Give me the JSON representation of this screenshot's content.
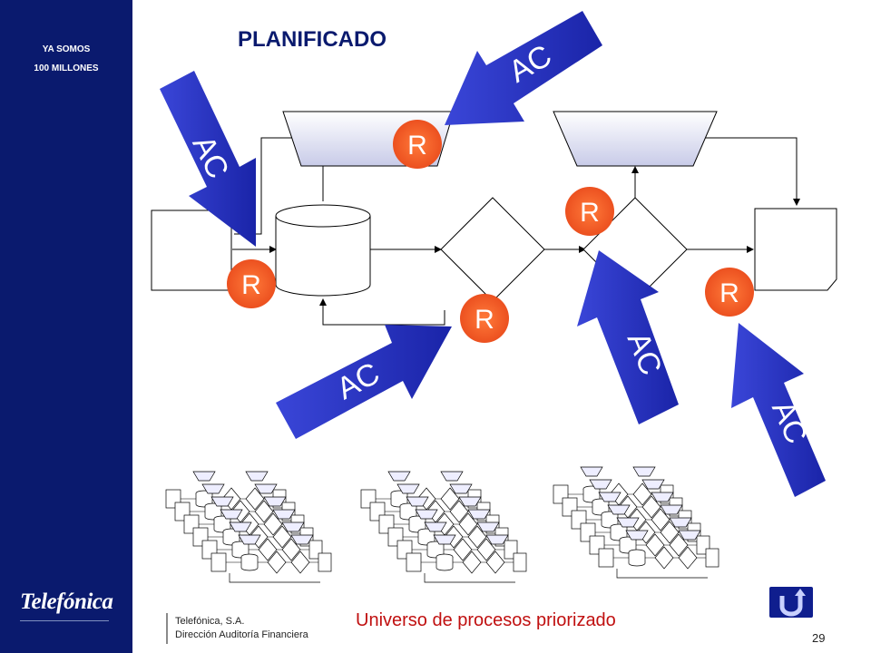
{
  "sidebar": {
    "slogan_line1": "YA SOMOS",
    "slogan_line2": "100 MILLONES",
    "brand": "Telefónica"
  },
  "header": {
    "title": "PLANIFICADO"
  },
  "diagram": {
    "risk_marker": "R",
    "control_label": "AC",
    "caption": "Universo de procesos priorizado"
  },
  "footer": {
    "company": "Telefónica, S.A.",
    "department": "Dirección Auditoría Financiera",
    "page": "29"
  },
  "icons": {
    "return": "return-arrow-icon"
  },
  "colors": {
    "sidebar": "#0a1a6e",
    "arrow": "#2a35c8",
    "risk": "#f05a22",
    "caption": "#c01010"
  }
}
